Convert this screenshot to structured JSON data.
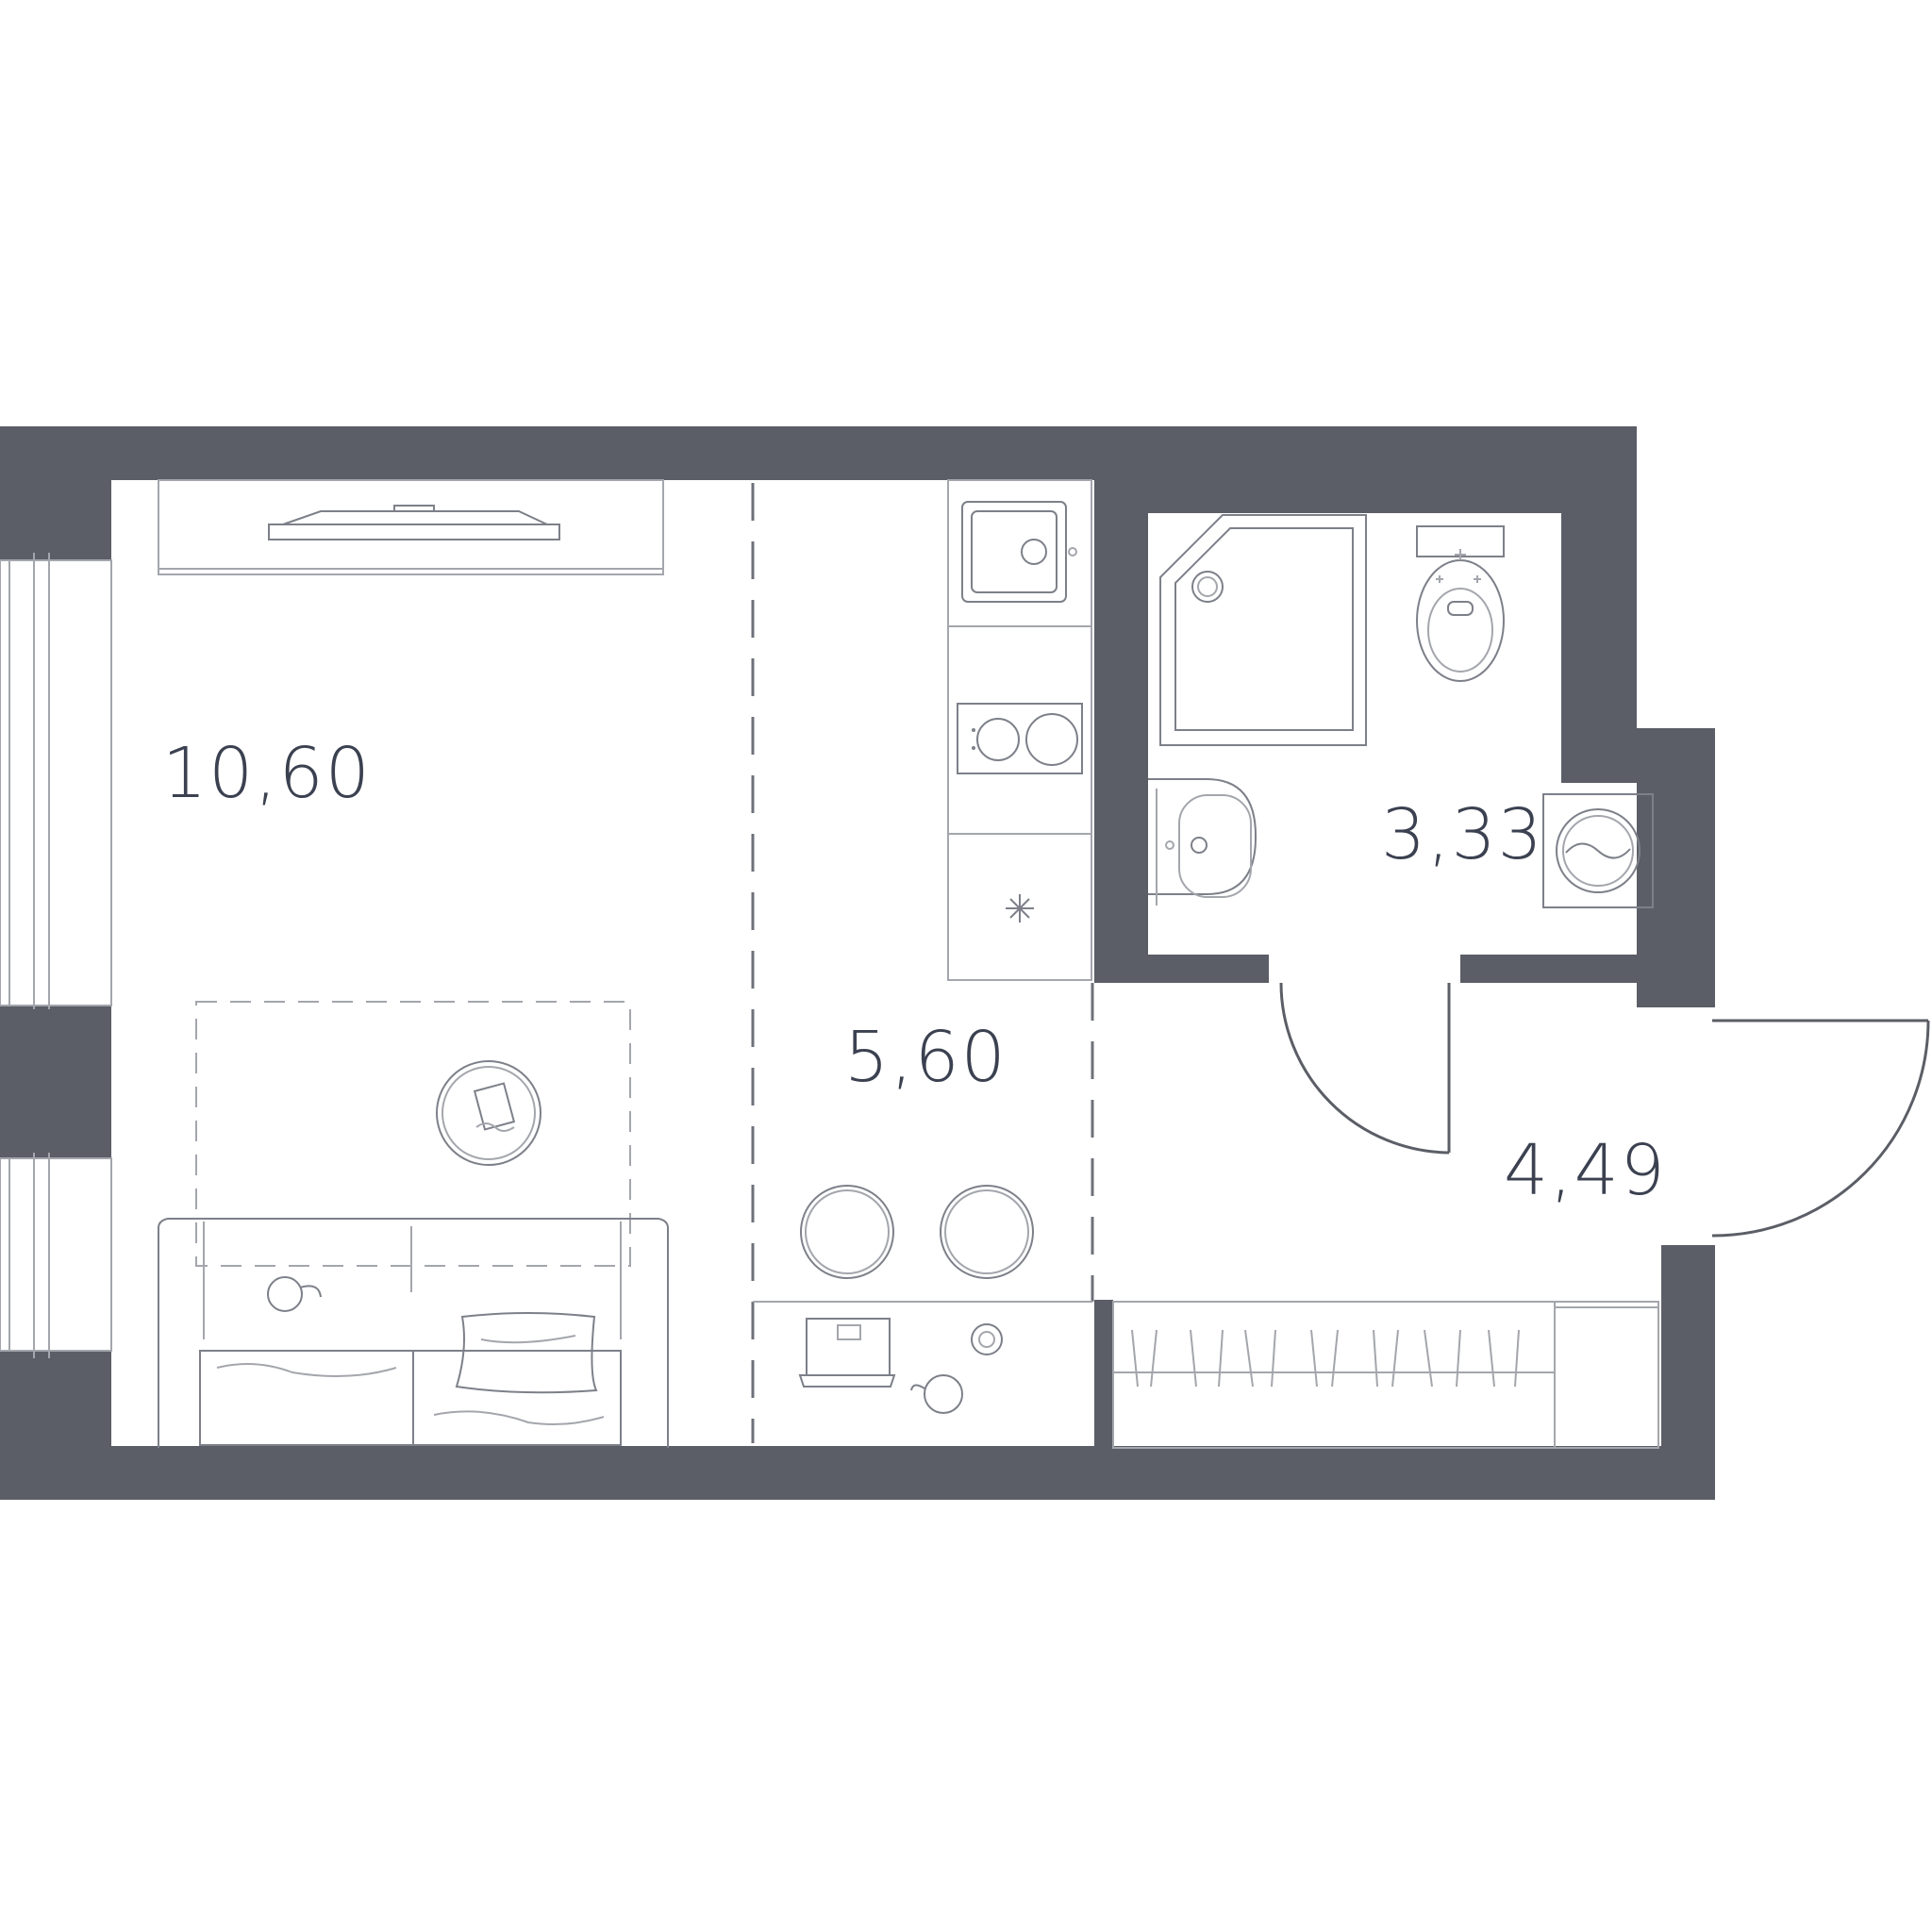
{
  "rooms": [
    {
      "id": "living",
      "area": "10,60"
    },
    {
      "id": "kitchen",
      "area": "5,60"
    },
    {
      "id": "bathroom",
      "area": "3,33"
    },
    {
      "id": "hallway",
      "area": "4,49"
    }
  ],
  "colors": {
    "wall": "#5b5e66",
    "furniture_line": "#7d8089",
    "label": "#3b4150",
    "background": "#ffffff"
  }
}
